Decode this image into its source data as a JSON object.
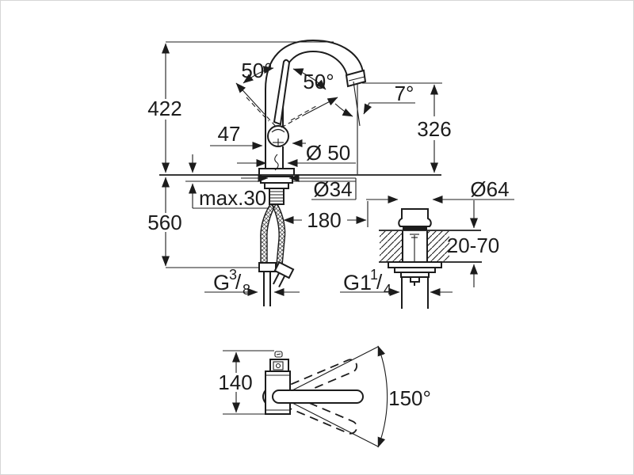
{
  "drawing": {
    "side_view": {
      "height_total": "422",
      "height_below_deck": "560",
      "deck_thickness_max": "max.30",
      "handle_clearance": "47",
      "lever_angle_left": "50°",
      "lever_angle_right": "50°",
      "spout_outlet_angle": "7°",
      "spout_outlet_height": "326",
      "body_diameter": "Ø 50",
      "shank_diameter": "Ø34",
      "hose_projection": "180",
      "hose_thread_base": "G",
      "hose_thread_sup": "3",
      "hose_thread_slash": "/",
      "hose_thread_sub": "8"
    },
    "drain_view": {
      "cap_diameter": "Ø64",
      "deck_thickness_range": "20-70",
      "thread_base": "G1",
      "thread_sup": "1",
      "thread_slash": "/",
      "thread_sub": "4"
    },
    "top_view": {
      "body_depth": "140",
      "swivel_range": "150°"
    },
    "colors": {
      "line": "#1c1c1c",
      "background": "#ffffff"
    }
  }
}
